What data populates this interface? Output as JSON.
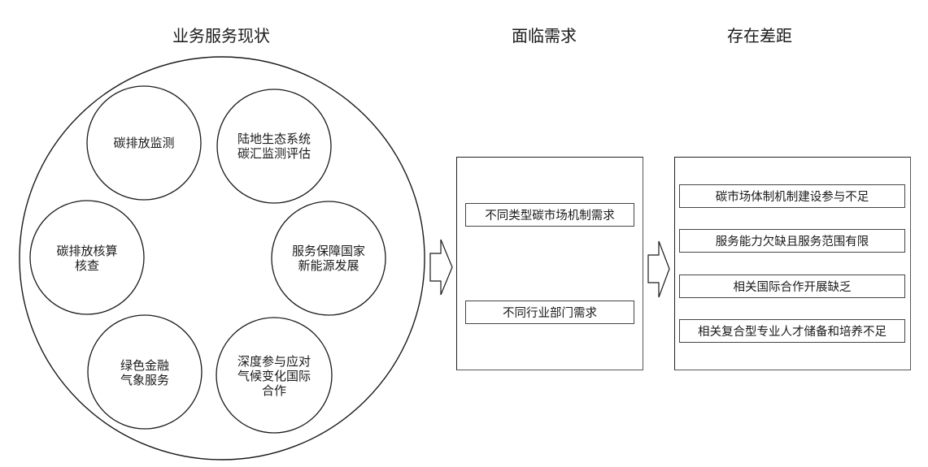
{
  "headings": {
    "status": "业务服务现状",
    "needs": "面临需求",
    "gaps": "存在差距"
  },
  "status_services": [
    {
      "lines": [
        "碳排放监测"
      ]
    },
    {
      "lines": [
        "陆地生态系统",
        "碳汇监测评估"
      ]
    },
    {
      "lines": [
        "碳排放核算",
        "核查"
      ]
    },
    {
      "lines": [
        "服务保障国家",
        "新能源发展"
      ]
    },
    {
      "lines": [
        "绿色金融",
        "气象服务"
      ]
    },
    {
      "lines": [
        "深度参与应对",
        "气候变化国际",
        "合作"
      ]
    }
  ],
  "needs": [
    "不同类型碳市场机制需求",
    "不同行业部门需求"
  ],
  "gaps": [
    "碳市场体制机制建设参与不足",
    "服务能力欠缺且服务范围有限",
    "相关国际合作开展缺乏",
    "相关复合型专业人才储备和培养不足"
  ],
  "colors": {
    "stroke": "#1a1a1a",
    "background": "#ffffff"
  }
}
